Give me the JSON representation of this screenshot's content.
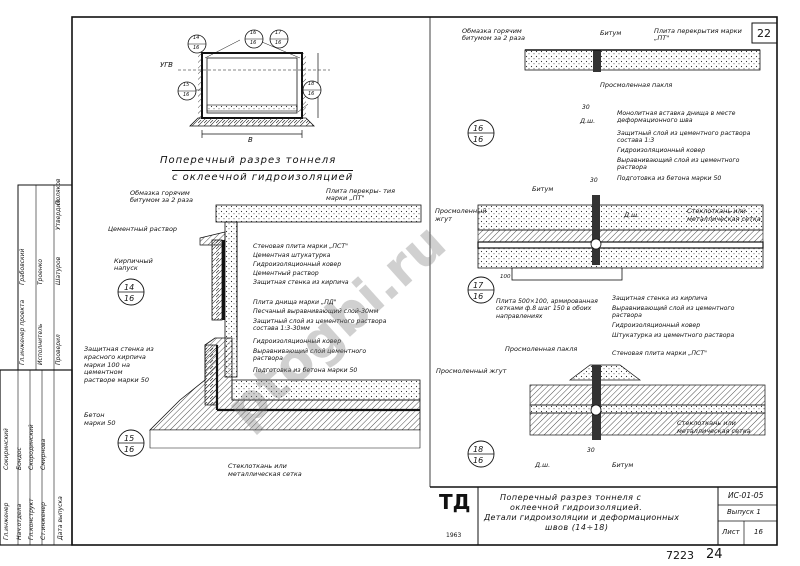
{
  "sheet_number": "22",
  "watermark": "ptogbi.ru",
  "top_left": {
    "title_line1": "Поперечный разрез тоннеля",
    "title_line2": "с оклеечной гидроизоляцией",
    "ugv_label": "УГВ",
    "dim_B": "В",
    "markers": [
      {
        "top": "14",
        "bottom": "16"
      },
      {
        "top": "15",
        "bottom": "16"
      },
      {
        "top": "16",
        "bottom": "16"
      },
      {
        "top": "17",
        "bottom": "16"
      },
      {
        "top": "18",
        "bottom": "16"
      }
    ]
  },
  "detail14": {
    "marker_top": "14",
    "marker_bottom": "16",
    "label_tar": "Обмазка горячим битумом за 2 раза",
    "label_slab": "Плита перекры- тия марки „ПТ\"",
    "label_cement": "Цементный раствор",
    "label_brick": "Кирпичный напуск",
    "layers": [
      "Стеновая плита марки „ПСТ\"",
      "Цементная штукатурка",
      "Гидроизоляционный ковер",
      "Цементный раствор",
      "Защитная стенка из кирпича"
    ]
  },
  "detail15": {
    "marker_top": "15",
    "marker_bottom": "16",
    "label_protect": "Защитная стенка из красного кирпича марки 100 на цементном растворе марки 50",
    "label_concrete": "Бетон марки 50",
    "label_glass": "Стеклоткань или металлическая сетка",
    "layers": [
      "Плита днища марки „ПД\"",
      "Песчаный выравнивающий слой-30мм",
      "Защитный слой из цементного раствора состава 1:3-30мм",
      "Гидроизоляционный ковер",
      "Выравнивающий слой цементного раствора",
      "Подготовка из бетона марки 50"
    ]
  },
  "detail16": {
    "marker_top": "16",
    "marker_bottom": "16",
    "label_tar": "Обмазка горячим битумом за 2 раза",
    "label_bitum": "Битум",
    "label_slab": "Плита перекрытия марки „ПТ\"",
    "label_pakla": "Просмоленная пакля",
    "label_dsh": "Д.ш.",
    "dim_30": "30",
    "layers": [
      "Монолитная вставка днища в месте деформационного шва",
      "Защитный слой из цементного раствора состава 1:3",
      "Гидроизоляционный ковер",
      "Выравнивающий слой из цементного раствора",
      "Подготовка из бетона марки 50"
    ]
  },
  "detail17": {
    "marker_top": "17",
    "marker_bottom": "16",
    "label_bitum": "Битум",
    "label_jgut": "Просмоленный жгут",
    "label_dsh": "Д.ш.",
    "label_glass": "Стеклоткань или металлическая сетка",
    "label_plate": "Плита 500×100, армированная сетками ф.8 шаг 150 в обоих направлениях",
    "dim_30": "30",
    "dim_100": "100",
    "layers": [
      "Защитная стенка из кирпича",
      "Выравнивающий слой из цементного раствора",
      "Гидроизоляционный ковер",
      "Штукатурка из цементного раствора",
      "Стеновая плита марки „ПСТ\""
    ]
  },
  "detail18": {
    "marker_top": "18",
    "marker_bottom": "16",
    "label_pakla": "Просмоленная пакля",
    "label_jgut": "Просмоленный жгут",
    "label_glass": "Стеклоткань или металлическая сетка",
    "label_dsh": "Д.ш.",
    "label_bitum": "Битум",
    "dim_30": "30"
  },
  "stamp": {
    "logo_td": "ТД",
    "logo_year": "1963",
    "title": "Поперечный разрез тоннеля с оклеечной гидроизоляцией. Детали гидроизоляции и деформационных швов (14÷18)",
    "title_line1": "Поперечный разрез тоннеля с",
    "title_line2": "оклеечной гидроизоляцией.",
    "title_line3": "Детали гидроизоляции и деформационных",
    "title_line4": "швов (14÷18)",
    "code": "ИС-01-05",
    "issue": "Выпуск 1",
    "sheet_label": "Лист",
    "sheet_value": "16",
    "roles": [
      "Гл.инженер",
      "Нач.отдела",
      "Гл.конструкт",
      "Ст.инженер",
      "Дата выпуска"
    ],
    "names": [
      "Сокиринский",
      "Бондос",
      "Скородинский",
      "Смирнова"
    ]
  },
  "side_stamp": {
    "roles": [
      "Гл.инженер проекта",
      "Исполнитель",
      "Проверил",
      "Утвердил"
    ],
    "names": [
      "Грабовский",
      "Троенко",
      "Шатуров",
      "Поляков"
    ]
  },
  "bottom_codes": {
    "order": "7223",
    "page": "24"
  }
}
